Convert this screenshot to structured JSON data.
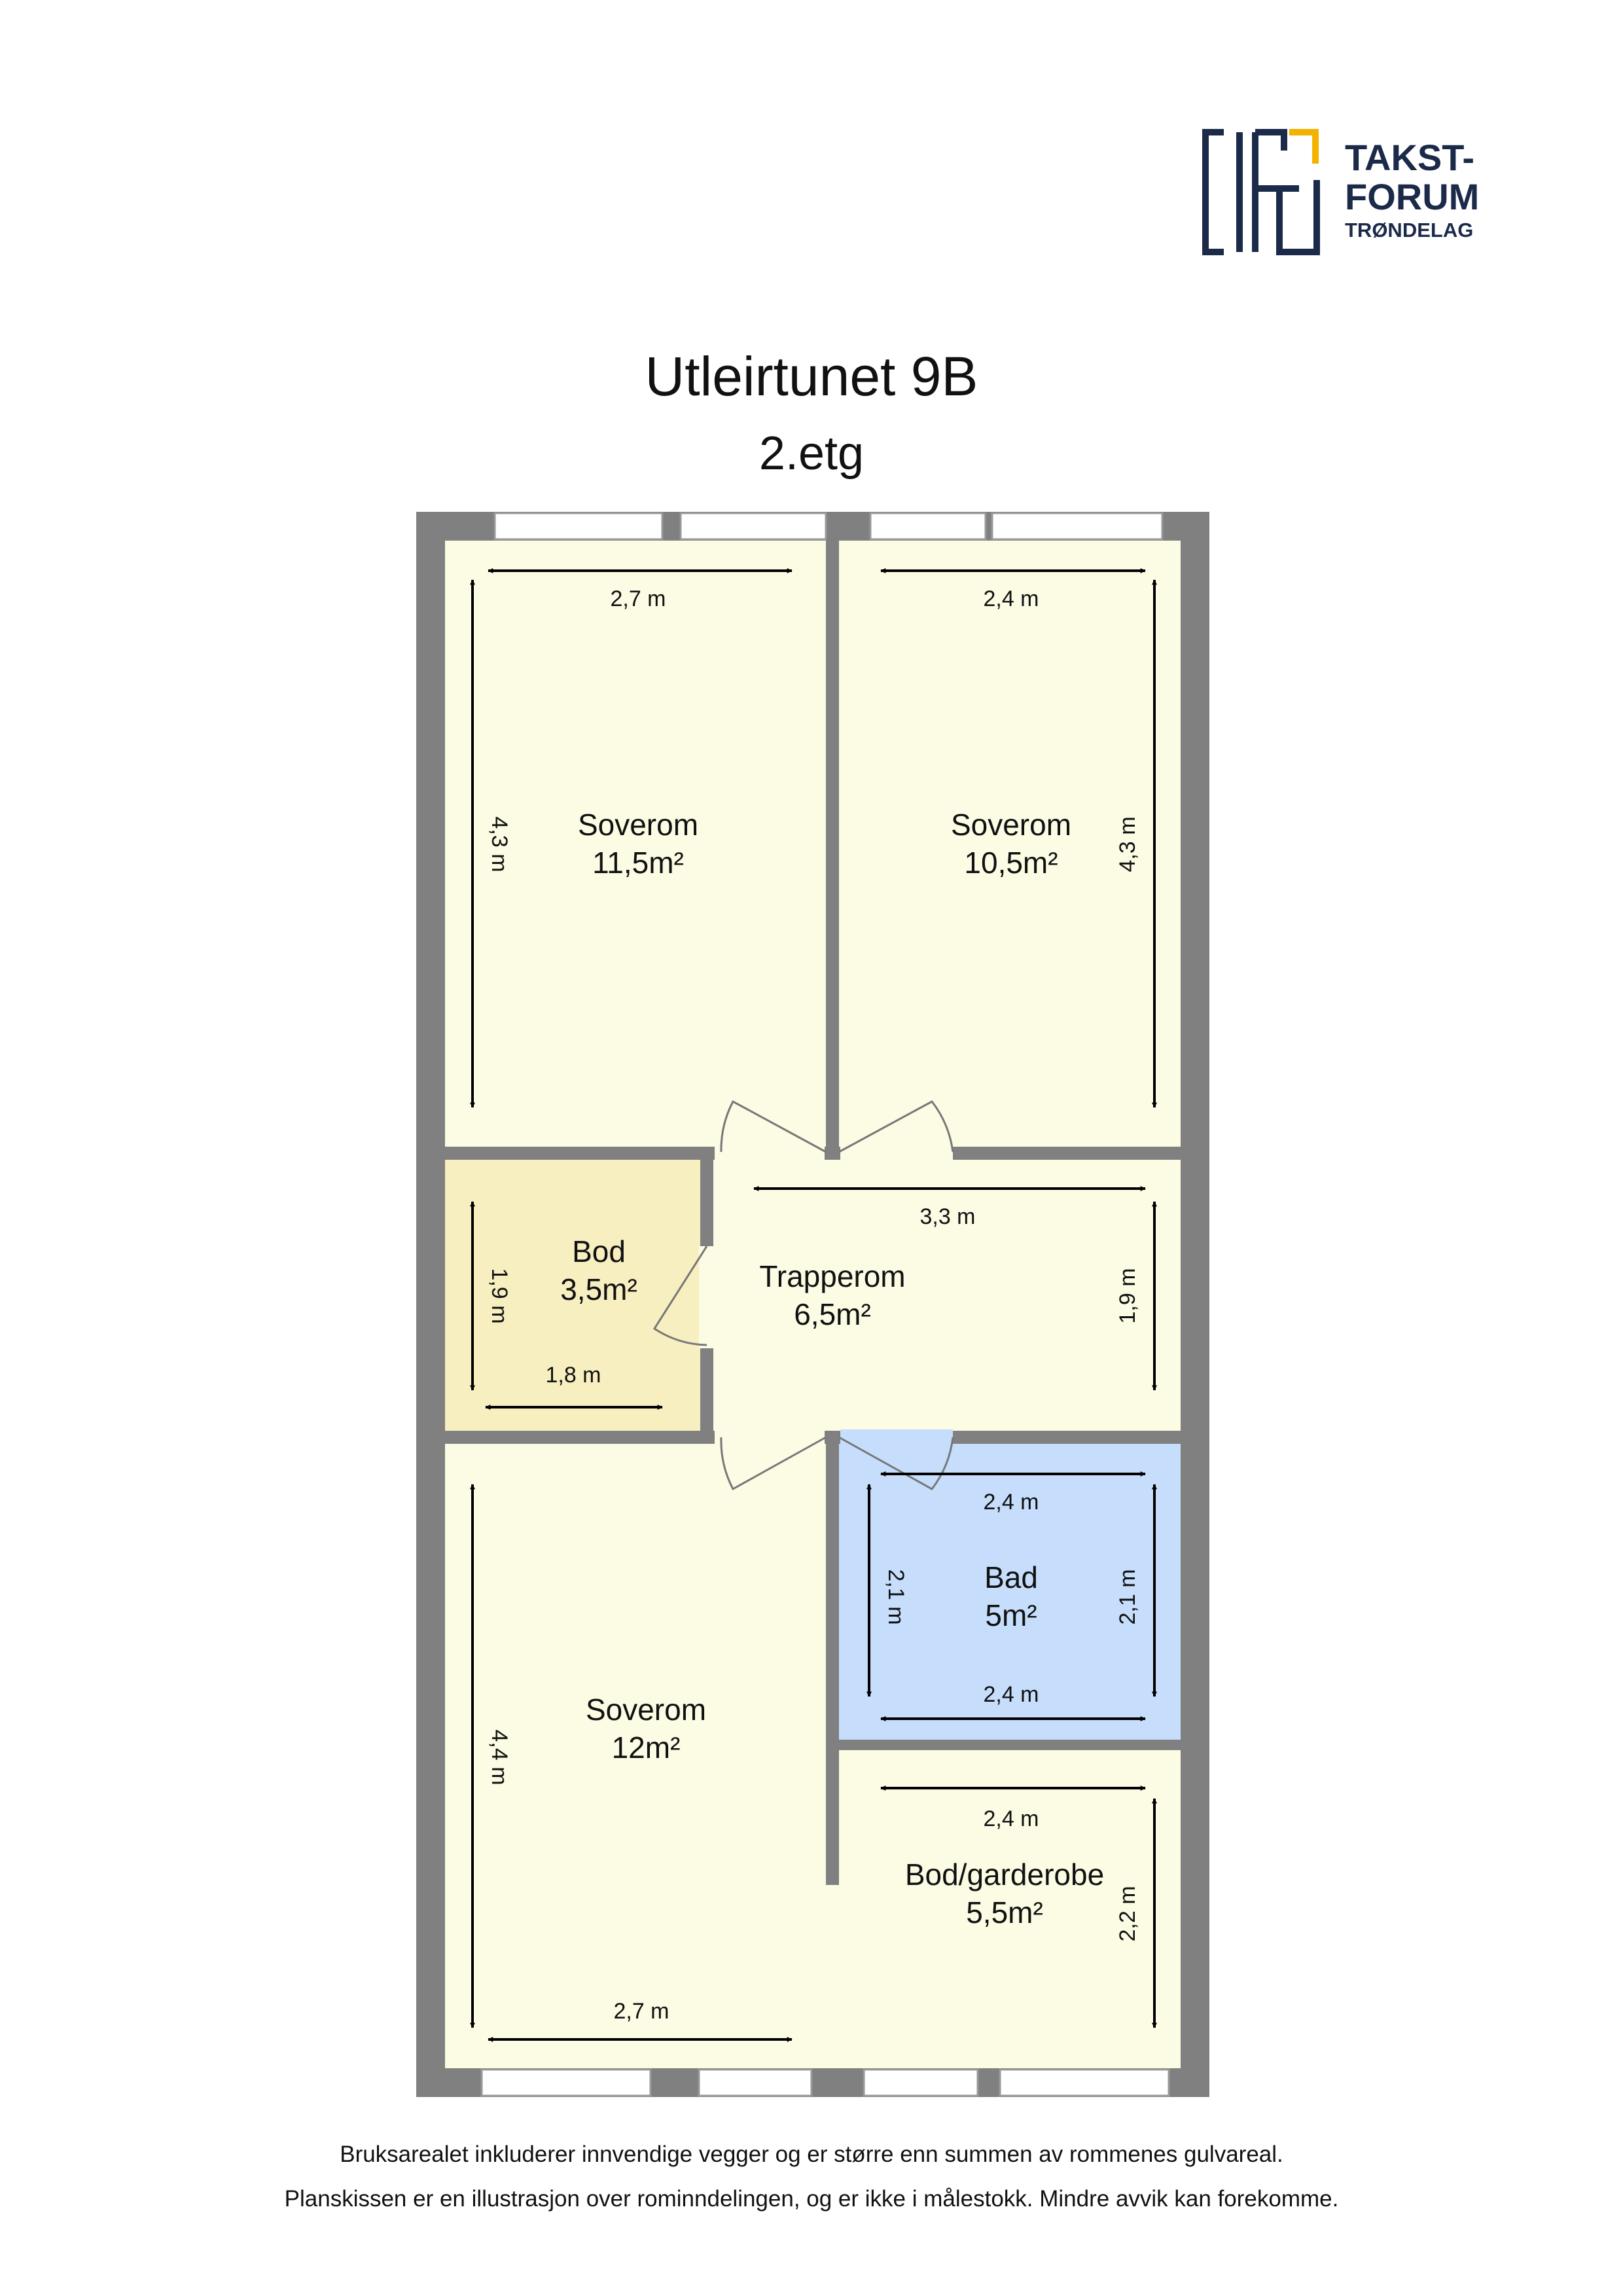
{
  "logo": {
    "line1": "TAKST-",
    "line2": "FORUM",
    "line3": "TRØNDELAG",
    "colors": {
      "navy": "#1c2a4a",
      "gold": "#f2b200"
    }
  },
  "title": "Utleirtunet 9B",
  "subtitle": "2.etg",
  "rooms": [
    {
      "id": "soverom-1",
      "name": "Soverom",
      "area": "11,5m²",
      "width": "2,7 m",
      "length": "4,3 m"
    },
    {
      "id": "soverom-2",
      "name": "Soverom",
      "area": "10,5m²",
      "width": "2,4 m",
      "length": "4,3 m"
    },
    {
      "id": "bod",
      "name": "Bod",
      "area": "3,5m²",
      "width": "1,8 m",
      "length": "1,9 m"
    },
    {
      "id": "trapperom",
      "name": "Trapperom",
      "area": "6,5m²",
      "width": "3,3 m",
      "length": "1,9 m"
    },
    {
      "id": "bad",
      "name": "Bad",
      "area": "5m²",
      "width": "2,4 m",
      "length": "2,1 m"
    },
    {
      "id": "soverom-3",
      "name": "Soverom",
      "area": "12m²",
      "width": "2,7 m",
      "length": "4,4 m"
    },
    {
      "id": "bod-garderobe",
      "name": "Bod/garderobe",
      "area": "5,5m²",
      "width": "2,4 m",
      "length": "2,2 m"
    }
  ],
  "colors": {
    "wall": "#808080",
    "floor": "#fcfbe4",
    "bod_floor": "#f7efc0",
    "bad_floor": "#c6defc",
    "window": "#ffffff",
    "dimension": "#000000"
  },
  "footer": {
    "line1": "Bruksarealet inkluderer innvendige vegger og er større enn summen av rommenes gulvareal.",
    "line2": "Planskissen er en illustrasjon over rominndelingen, og er ikke i målestokk. Mindre avvik kan forekomme."
  }
}
